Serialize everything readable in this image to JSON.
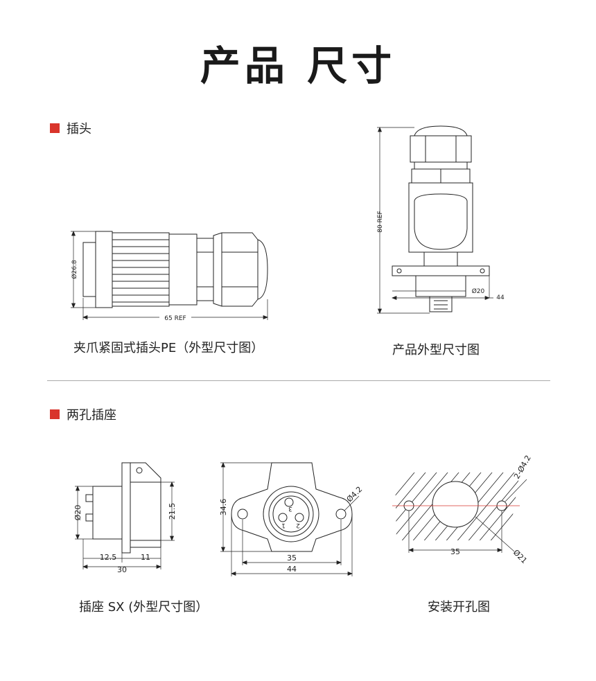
{
  "page_title": "产品 尺寸",
  "sections": {
    "plug": "插头",
    "socket": "两孔插座"
  },
  "captions": {
    "plug_pe": "夹爪紧固式插头PE（外型尺寸图）",
    "product_outline": "产品外型尺寸图",
    "socket_sx": "插座 SX (外型尺寸图）",
    "mounting_hole": "安装开孔图"
  },
  "dimensions": {
    "plug_dia": "Ø26.8",
    "plug_len": "65 REF",
    "product_height": "80 REF",
    "product_dia": "Ø20",
    "product_width": "44",
    "socket_dia": "Ø20",
    "socket_h": "21.5",
    "socket_d1": "12.5",
    "socket_d2": "11",
    "socket_total": "30",
    "front_h": "34.6",
    "front_hole": "Ø4.2",
    "front_pitch": "35",
    "front_width": "44",
    "pin1": "1",
    "pin2": "2",
    "pin3": "3",
    "mount_holes": "2-Ø4.2",
    "mount_pitch": "35",
    "mount_dia": "Ø21"
  },
  "colors": {
    "accent": "#d9342b",
    "line": "#222222"
  }
}
